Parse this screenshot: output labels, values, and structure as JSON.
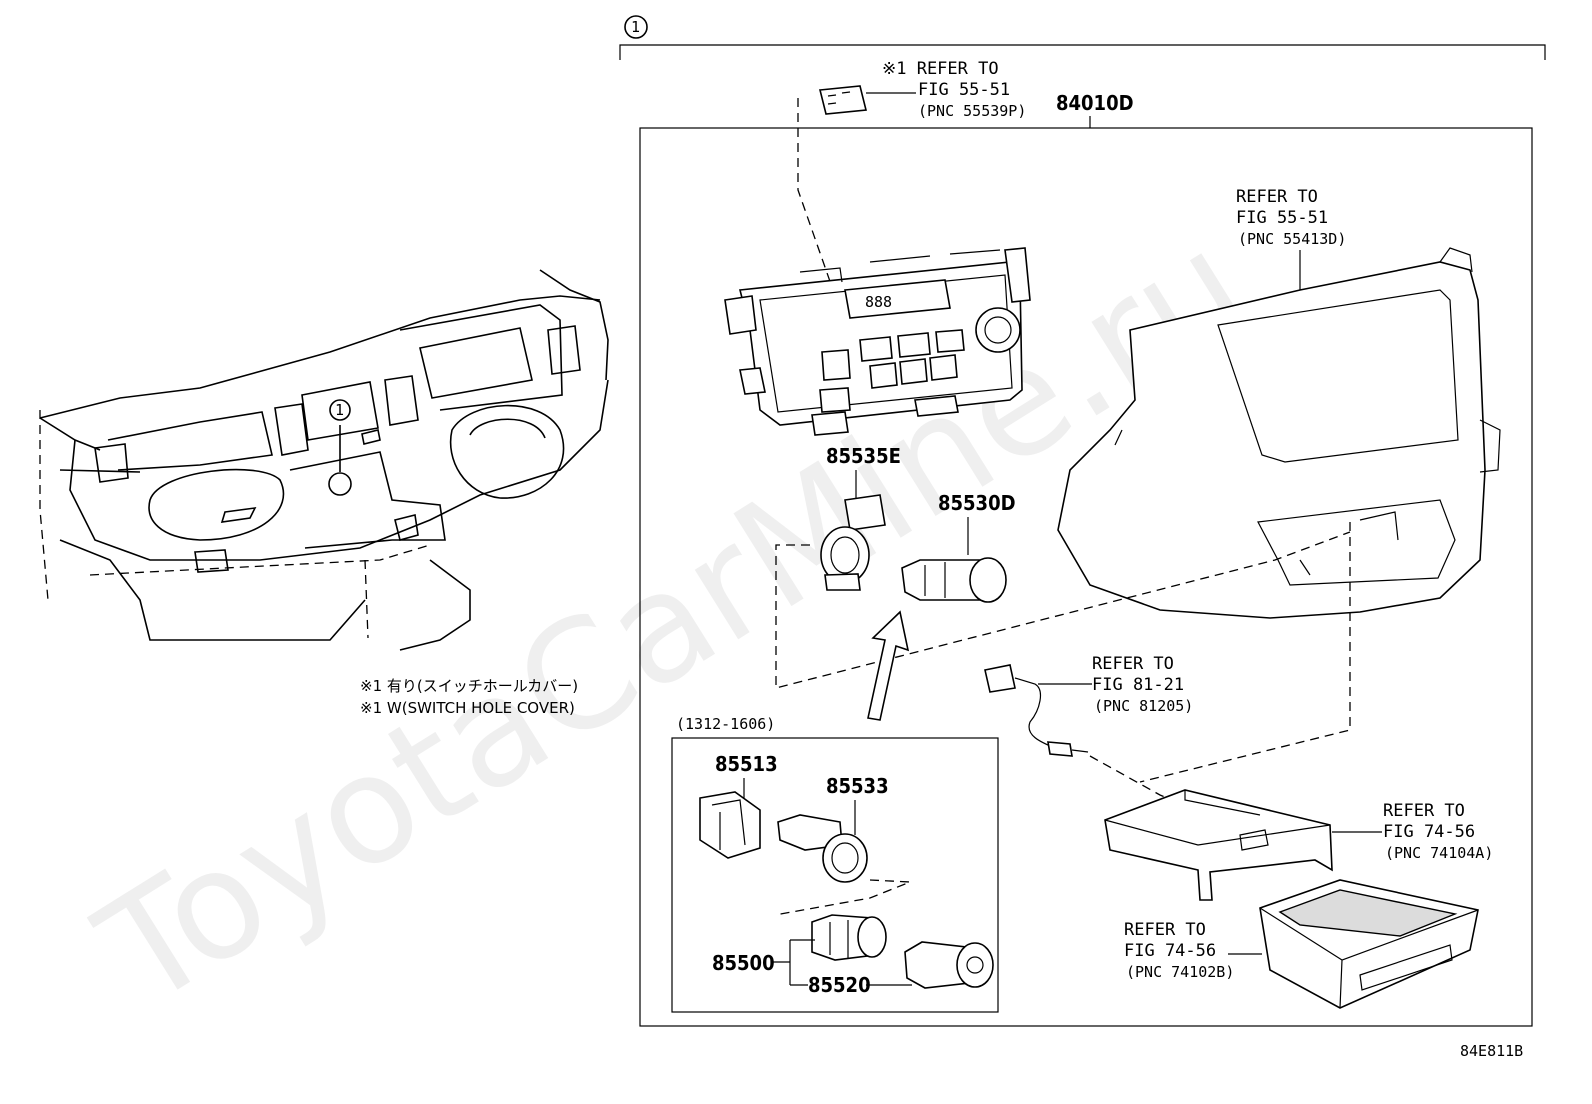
{
  "diagram": {
    "group_marker": "1",
    "assembly_number": "84010D",
    "figure_code": "84E811B",
    "watermark": "ToyotaCarMine.ru",
    "notes": {
      "line1": "※1 有り(スイッチホールカバー)",
      "line2": "※1 W(SWITCH HOLE COVER)"
    },
    "callouts": {
      "switch_cover": {
        "l1": "※1 REFER TO",
        "l2": "FIG 55-51",
        "l3": "(PNC 55539P)"
      },
      "panel": {
        "l1": "REFER TO",
        "l2": "FIG 55-51",
        "l3": "(PNC 55413D)"
      },
      "wire": {
        "l1": "REFER TO",
        "l2": "FIG 81-21",
        "l3": "(PNC 81205)"
      },
      "tray_box": {
        "l1": "REFER TO",
        "l2": "FIG 74-56",
        "l3": "(PNC 74104A)"
      },
      "ashtray": {
        "l1": "REFER TO",
        "l2": "FIG 74-56",
        "l3": "(PNC 74102B)"
      }
    },
    "parts": {
      "socket_cover": "85535E",
      "power_outlet": "85530D",
      "socket_ring": "85513",
      "lighter_socket": "85533",
      "lighter_assy": "85500",
      "lighter_knob": "85520"
    },
    "inset_period": "(1312-1606)",
    "icons": [
      "heater-control-panel-icon",
      "dashboard-icon",
      "power-outlet-icon",
      "cigarette-lighter-icon",
      "ashtray-icon",
      "wire-connector-icon"
    ]
  }
}
